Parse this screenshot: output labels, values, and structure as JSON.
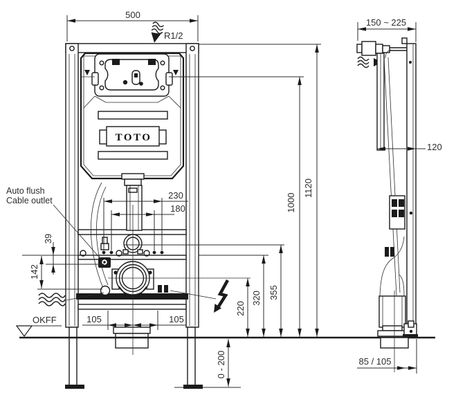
{
  "labels": {
    "logo": "TOTO",
    "callout_line1": "Auto flush",
    "callout_line2": "Cable outlet",
    "floor_level": "OKFF",
    "water_inlet": "R1/2"
  },
  "dimensions": {
    "front": {
      "overall_width": "500",
      "overall_height": "1120",
      "actuator_height": "1000",
      "outer_bolt_spacing": "230",
      "inner_bolt_spacing": "180",
      "cable_outlet_drop": "39",
      "conduit_drop": "142",
      "drain_offset_left": "105",
      "drain_offset_right": "105",
      "drain_height": "220",
      "holes_height": "320",
      "supply_height": "355",
      "leg_adjust_range": "0 - 200"
    },
    "side": {
      "depth_range": "150 ~ 225",
      "frame_depth": "120",
      "drain_wall_offset": "85 / 105"
    }
  }
}
